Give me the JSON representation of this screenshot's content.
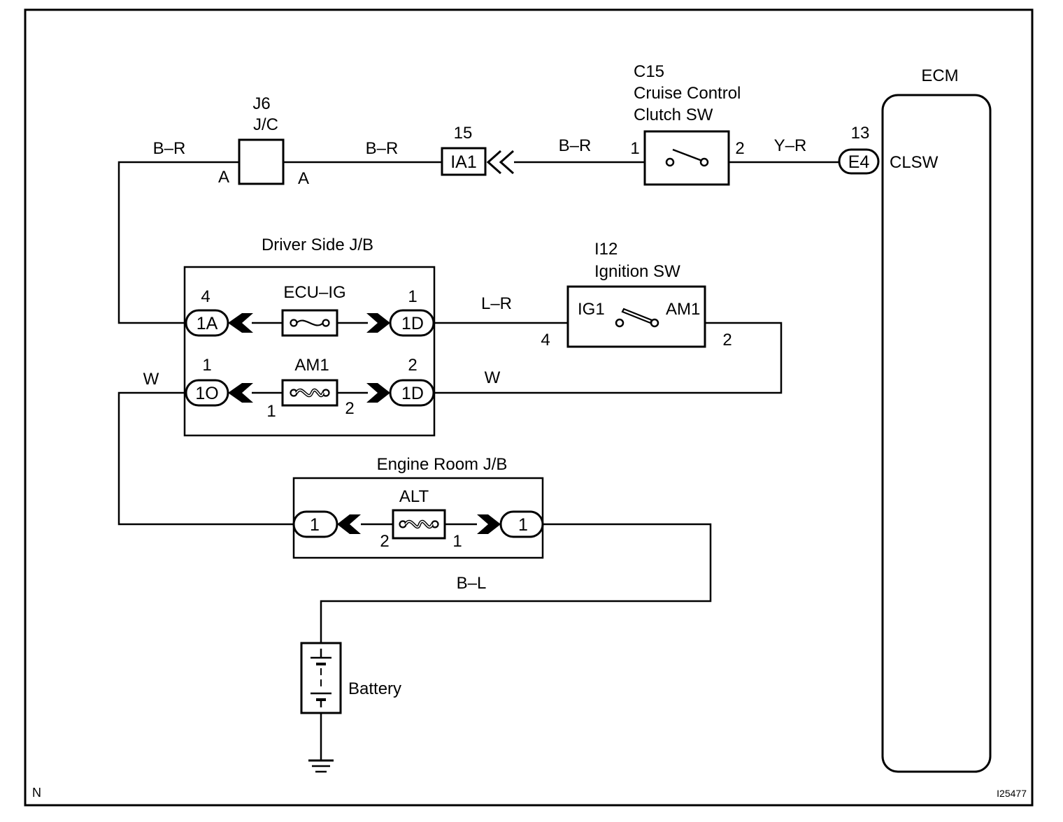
{
  "components": {
    "jc": {
      "code": "J6",
      "name": "J/C",
      "pin_left": "A",
      "pin_right": "A"
    },
    "connector_ia1": {
      "pin": "15",
      "label": "IA1"
    },
    "clutch_sw": {
      "code": "C15",
      "name_line1": "Cruise Control",
      "name_line2": "Clutch SW",
      "pin_left": "1",
      "pin_right": "2"
    },
    "ecm": {
      "name": "ECM",
      "connector": "E4",
      "pin": "13",
      "terminal": "CLSW"
    },
    "driver_jb": {
      "name": "Driver Side J/B",
      "fuse_top": "ECU–IG",
      "fuse_bottom": "AM1",
      "conn_1a": "1A",
      "conn_1a_pin": "4",
      "conn_1d_top": "1D",
      "conn_1d_top_pin": "1",
      "conn_1o": "1O",
      "conn_1o_pin": "1",
      "conn_1d_bottom": "1D",
      "conn_1d_bottom_pin": "2",
      "am1_pin_left": "1",
      "am1_pin_right": "2"
    },
    "ignition_sw": {
      "code": "I12",
      "name": "Ignition SW",
      "term_left": "IG1",
      "term_right": "AM1",
      "pin_left": "4",
      "pin_right": "2"
    },
    "engine_jb": {
      "name": "Engine Room J/B",
      "fuse": "ALT",
      "conn_left": "1",
      "conn_right": "1",
      "fuse_pin_left": "2",
      "fuse_pin_right": "1"
    },
    "battery": {
      "name": "Battery"
    }
  },
  "wires": {
    "jc_left": "B–R",
    "jc_to_ia1": "B–R",
    "ia1_to_sw": "B–R",
    "sw_to_ecm": "Y–R",
    "jb_to_ig": "L–R",
    "jb_to_am1": "W",
    "left_w": "W",
    "battery": "B–L"
  },
  "footer": {
    "left_mark": "N",
    "figure_id": "I25477"
  }
}
